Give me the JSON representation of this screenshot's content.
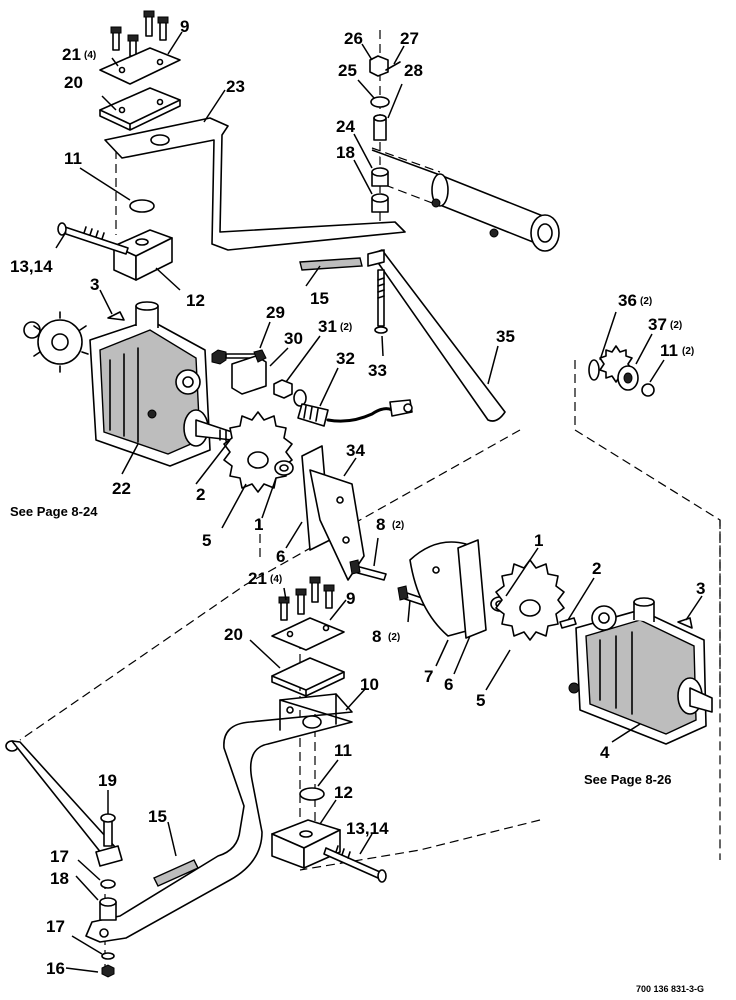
{
  "callouts": {
    "c21a": "21",
    "c21a_qty": "(4)",
    "c9a": "9",
    "c20a": "20",
    "c23": "23",
    "c26": "26",
    "c27": "27",
    "c25": "25",
    "c28": "28",
    "c24": "24",
    "c18a": "18",
    "c11a": "11",
    "c1314a": "13,14",
    "c12a": "12",
    "c3a": "3",
    "c15a": "15",
    "c29": "29",
    "c30": "30",
    "c31": "31",
    "c31_qty": "(2)",
    "c32": "32",
    "c33": "33",
    "c35": "35",
    "c36": "36",
    "c36_qty": "(2)",
    "c37": "37",
    "c37_qty": "(2)",
    "c11b": "11",
    "c11b_qty": "(2)",
    "c22": "22",
    "c34": "34",
    "c2a": "2",
    "c5a": "5",
    "c1a": "1",
    "c6a": "6",
    "c8a": "8",
    "c8a_qty": "(2)",
    "c1b": "1",
    "c2b": "2",
    "c3b": "3",
    "c21b": "21",
    "c21b_qty": "(4)",
    "c9b": "9",
    "c20b": "20",
    "c10": "10",
    "c8b": "8",
    "c8b_qty": "(2)",
    "c7": "7",
    "c6b": "6",
    "c5b": "5",
    "c4": "4",
    "c11c": "11",
    "c12b": "12",
    "c19": "19",
    "c15b": "15",
    "c1314b": "13,14",
    "c17a": "17",
    "c18b": "18",
    "c17b": "17",
    "c16": "16"
  },
  "notes": {
    "see_page_left": "See Page 8-24",
    "see_page_right": "See Page 8-26"
  },
  "drawing_number": "700 136 831-3-G"
}
